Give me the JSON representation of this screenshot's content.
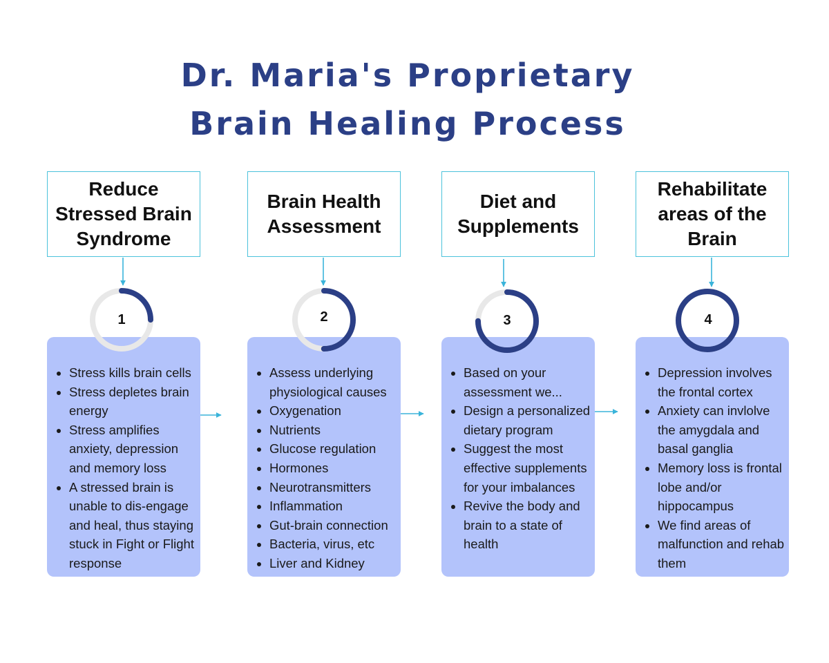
{
  "title_lines": [
    "Dr. Maria's Proprietary",
    "Brain Healing Process"
  ],
  "colors": {
    "title": "#2b3f86",
    "ring": "#2b3f86",
    "ring_track": "#e8e8e8",
    "box_border": "#4bc2db",
    "card": "#b3c3fb",
    "arrow": "#3ab4da"
  },
  "steps": [
    {
      "number": "1",
      "heading_lines": [
        "Reduce",
        "Stressed Brain",
        "Syndrome"
      ],
      "progress": 0.25,
      "items": [
        "Stress kills brain cells",
        "Stress depletes brain energy",
        "Stress amplifies anxiety, depression and memory loss",
        "A stressed brain is unable to dis-engage and heal, thus staying stuck in Fight or Flight response"
      ]
    },
    {
      "number": "2",
      "heading_lines": [
        "Brain Health",
        "Assessment"
      ],
      "progress": 0.5,
      "items": [
        "Assess underlying physiological causes",
        "Oxygenation",
        "Nutrients",
        "Glucose regulation",
        "Hormones",
        "Neurotransmitters",
        "Inflammation",
        "Gut-brain connection",
        "Bacteria, virus, etc",
        "Liver and Kidney"
      ]
    },
    {
      "number": "3",
      "heading_lines": [
        "Diet and",
        "Supplements"
      ],
      "progress": 0.75,
      "items": [
        "Based on your assessment we...",
        "Design a personalized dietary program",
        "Suggest the most effective supplements for your imbalances",
        "Revive the body and brain to a state of health"
      ]
    },
    {
      "number": "4",
      "heading_lines": [
        "Rehabilitate",
        "areas of the",
        "Brain"
      ],
      "progress": 1.0,
      "items": [
        "Depression involves the frontal cortex",
        "Anxiety can invlolve the amygdala and basal ganglia",
        "Memory loss is frontal lobe and/or hippocampus",
        "We  find  areas of malfunction and rehab  them"
      ]
    }
  ]
}
